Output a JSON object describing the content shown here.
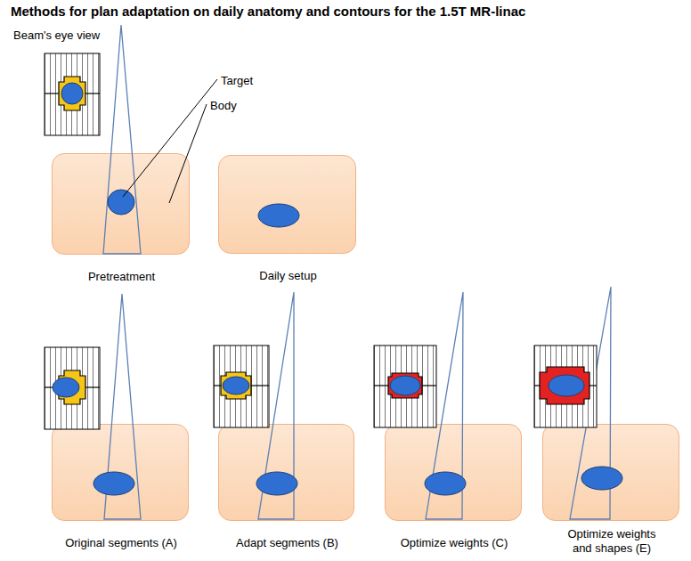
{
  "diagram": {
    "title": "Methods for plan adaptation on daily anatomy and contours for the 1.5T MR-linac",
    "nodes": [
      {
        "text": [
          "Pretreatment"
        ]
      },
      {
        "text": [
          "Daily setup"
        ]
      },
      {
        "text": [
          "Original segments (A)"
        ]
      },
      {
        "text": [
          "Adapt segments (B)"
        ]
      },
      {
        "text": [
          "Optimize weights (C)"
        ]
      },
      {
        "text": [
          "Optimize weights and shapes (E)"
        ]
      }
    ],
    "labels": [
      "Beam's eye view",
      "Target",
      "Body"
    ]
  }
}
